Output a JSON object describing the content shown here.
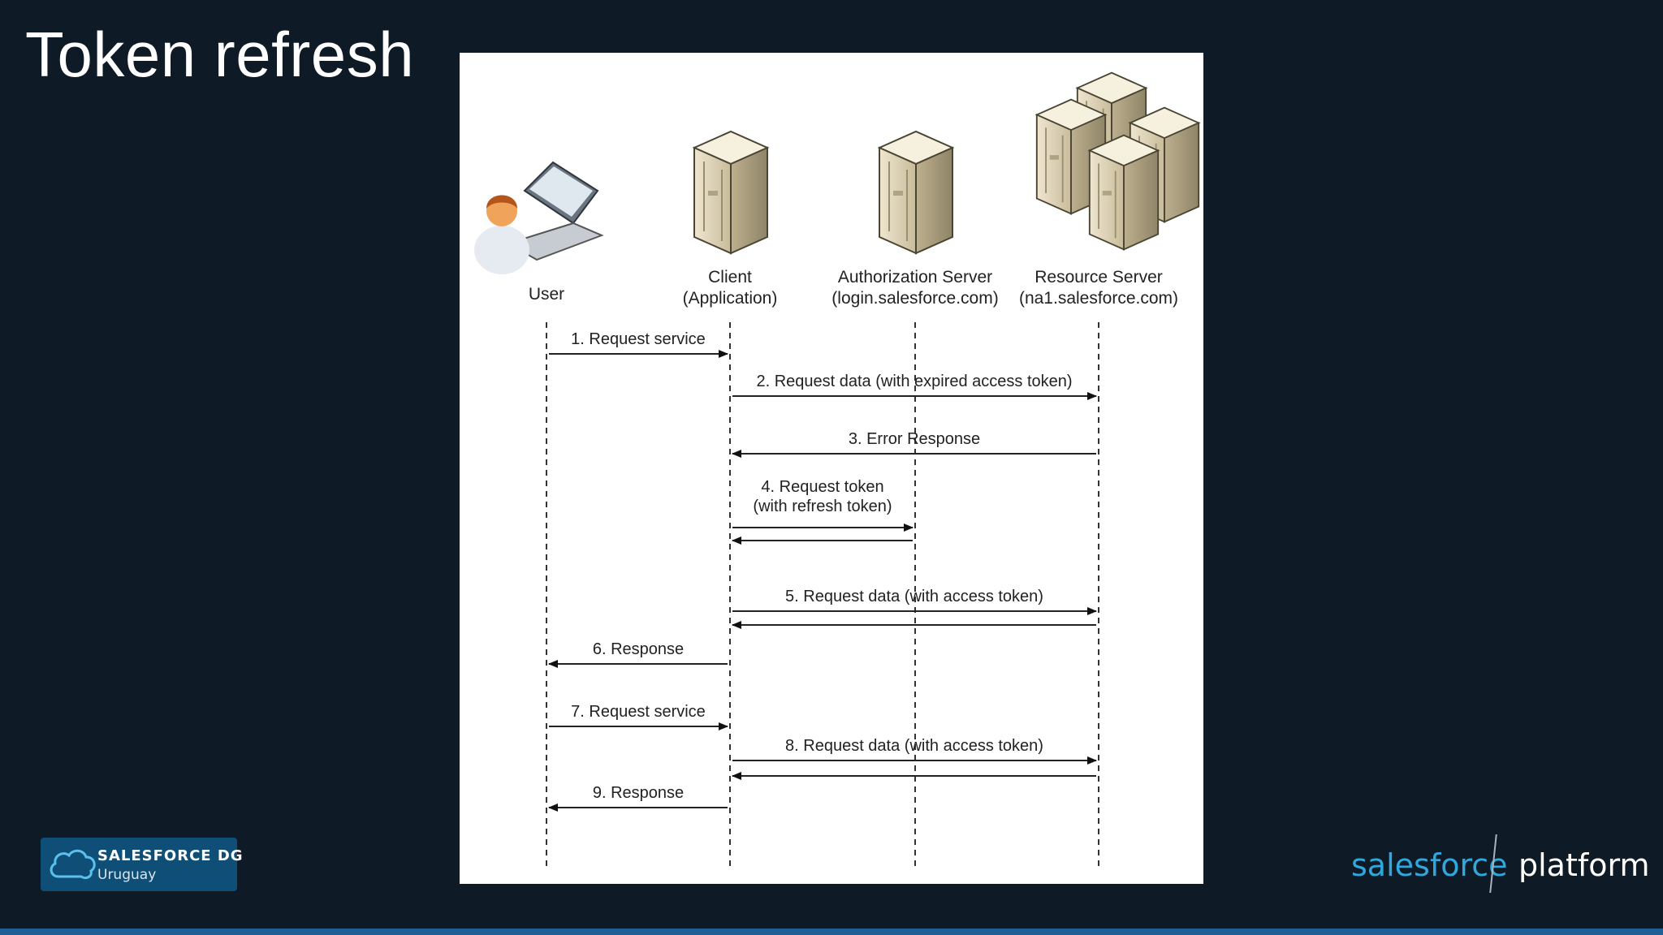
{
  "slide": {
    "title": "Token refresh"
  },
  "diagram": {
    "participants": [
      {
        "id": "user",
        "line1": "User",
        "line2": "",
        "icon": "user-laptop-icon"
      },
      {
        "id": "client",
        "line1": "Client",
        "line2": "(Application)",
        "icon": "server-icon"
      },
      {
        "id": "auth",
        "line1": "Authorization Server",
        "line2": "(login.salesforce.com)",
        "icon": "server-icon"
      },
      {
        "id": "resource",
        "line1": "Resource Server",
        "line2": "(na1.salesforce.com)",
        "icon": "server-cluster-icon"
      }
    ],
    "messages": [
      {
        "from": "user",
        "to": "client",
        "line1": "1. Request service",
        "line2": ""
      },
      {
        "from": "client",
        "to": "resource",
        "line1": "2. Request data (with expired access token)",
        "line2": ""
      },
      {
        "from": "resource",
        "to": "client",
        "line1": "3. Error Response",
        "line2": ""
      },
      {
        "from": "client",
        "to": "auth",
        "line1": "4. Request token",
        "line2": "(with refresh token)"
      },
      {
        "from": "auth",
        "to": "client",
        "line1": "",
        "line2": ""
      },
      {
        "from": "client",
        "to": "resource",
        "line1": "5. Request data (with access token)",
        "line2": ""
      },
      {
        "from": "resource",
        "to": "client",
        "line1": "",
        "line2": ""
      },
      {
        "from": "client",
        "to": "user",
        "line1": "6. Response",
        "line2": ""
      },
      {
        "from": "user",
        "to": "client",
        "line1": "7. Request service",
        "line2": ""
      },
      {
        "from": "client",
        "to": "resource",
        "line1": "8. Request data (with access token)",
        "line2": ""
      },
      {
        "from": "resource",
        "to": "client",
        "line1": "",
        "line2": ""
      },
      {
        "from": "client",
        "to": "user",
        "line1": "9. Response",
        "line2": ""
      }
    ]
  },
  "badge": {
    "title": "SALESFORCE DG",
    "subtitle": "Uruguay"
  },
  "brand": {
    "wordmark": "salesforce",
    "product": "platform"
  },
  "colors": {
    "background": "#0f1a27",
    "accent_bar": "#1f5f95",
    "salesforce_blue": "#2fa8dd",
    "badge": "#0f4f77"
  }
}
